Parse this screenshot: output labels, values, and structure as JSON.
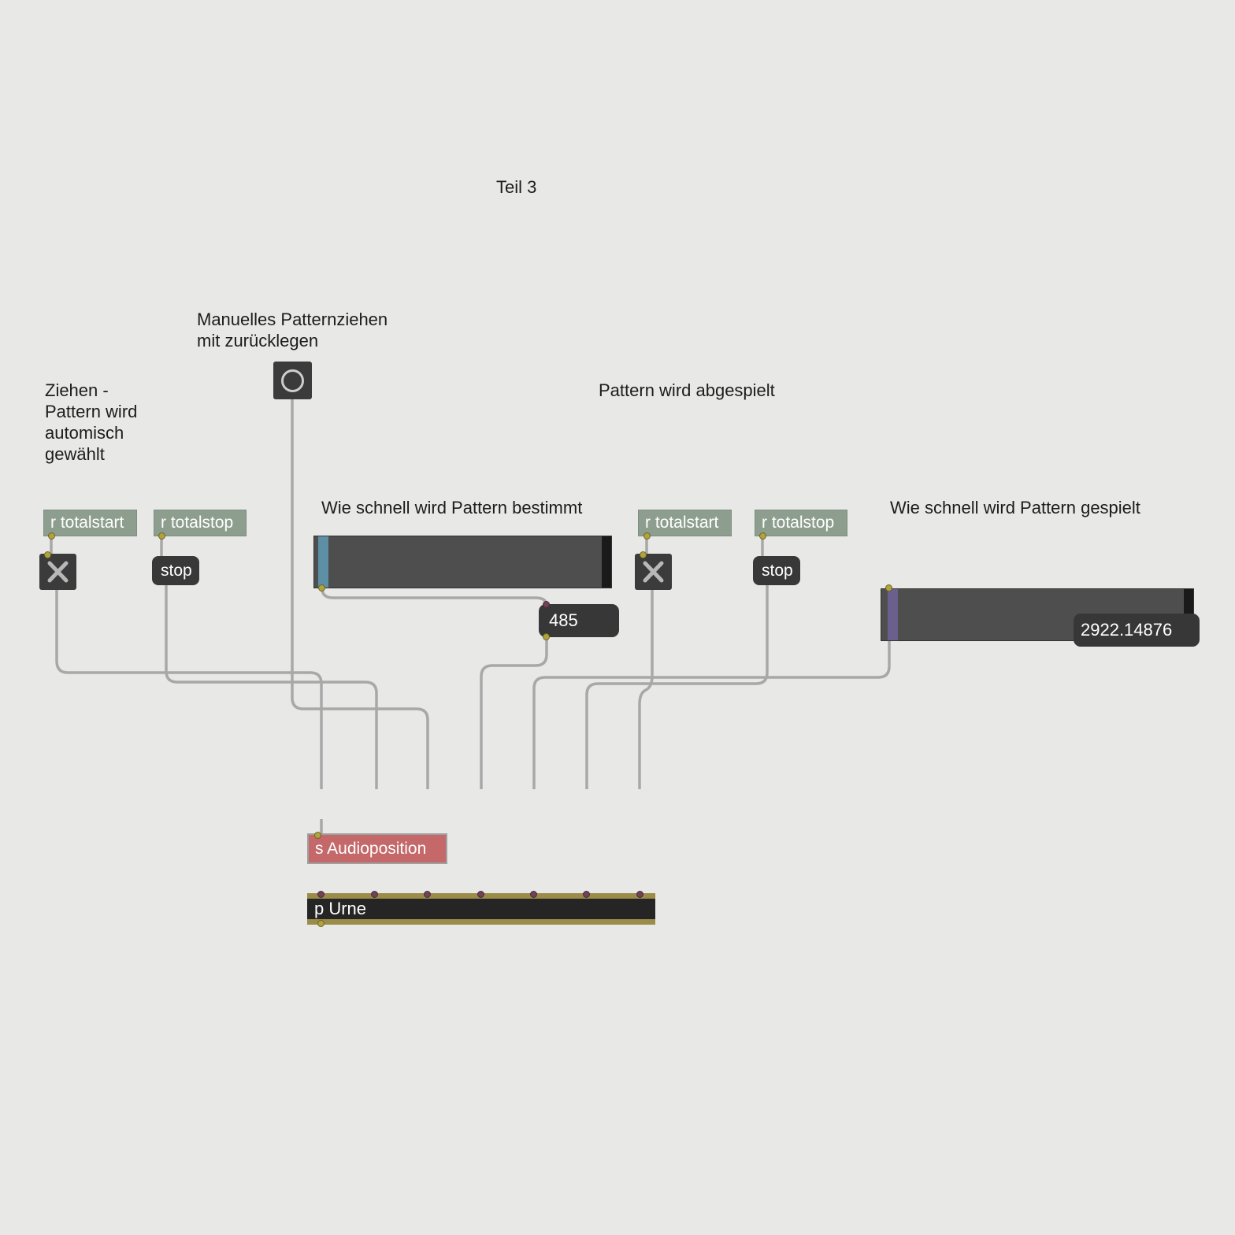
{
  "title": "Teil 3",
  "comments": {
    "manual_pattern": "Manuelles Patternziehen\nmit zurücklegen",
    "ziehen": "Ziehen -\nPattern wird\nautomisch\ngewählt",
    "abgespielt": "Pattern wird abgespielt",
    "bestimmt": "Wie schnell wird Pattern bestimmt",
    "gespielt": "Wie schnell wird Pattern gespielt"
  },
  "objects": {
    "receive_totalstart_left": {
      "label": "r totalstart"
    },
    "receive_totalstop_left": {
      "label": "r totalstop"
    },
    "stop_left": {
      "label": "stop"
    },
    "receive_totalstart_right": {
      "label": "r totalstart"
    },
    "receive_totalstop_right": {
      "label": "r totalstop"
    },
    "stop_right": {
      "label": "stop"
    },
    "number_bestimmt": {
      "value": "485"
    },
    "number_gespielt": {
      "value": "2922.14876"
    },
    "subpatcher": {
      "label": "p Urne"
    },
    "send_audioposition": {
      "label": "s Audioposition"
    }
  },
  "colors": {
    "background": "#e8e8e7",
    "receive_bg": "#8d9e8e",
    "message_bg": "#383838",
    "slider_bg": "#4e4e4e",
    "slider_bestimmt_indicator": "#5d90a5",
    "slider_gespielt_indicator": "#6b5f8d",
    "number_bg": "#373737",
    "subpatcher_accent": "#9c8c49",
    "send_bg": "#c4686a",
    "patch_cord": "#a8a8a8"
  }
}
